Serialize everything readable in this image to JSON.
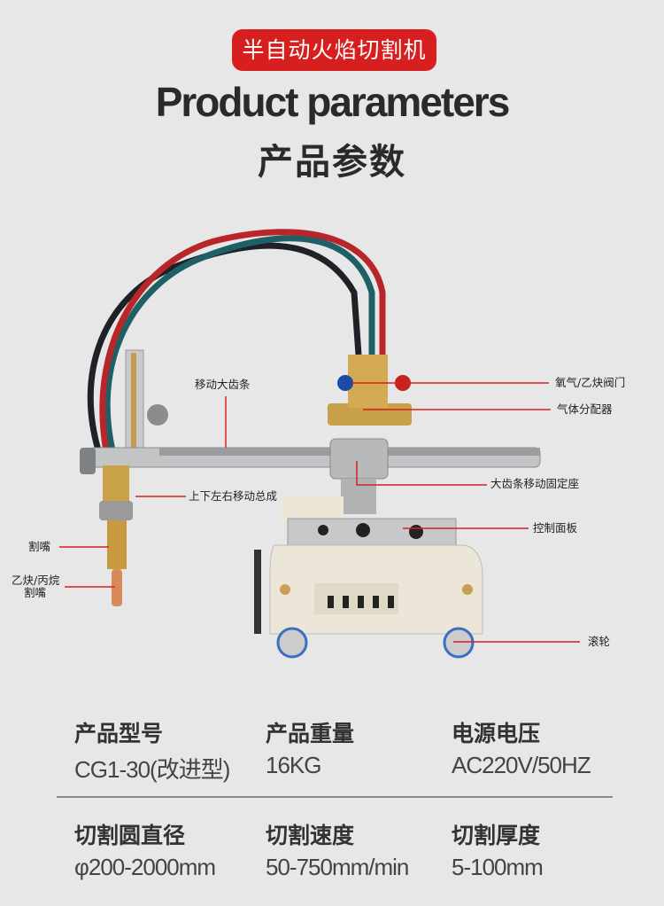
{
  "header": {
    "badge": "半自动火焰切割机",
    "title_en": "Product parameters",
    "title_cn": "产品参数"
  },
  "callouts": {
    "rack": "移动大齿条",
    "valve": "氧气/乙炔阀门",
    "distributor": "气体分配器",
    "rack_seat": "大齿条移动固定座",
    "xy_assembly": "上下左右移动总成",
    "control_panel": "控制面板",
    "nozzle": "割嘴",
    "gas_nozzle_line1": "乙炔/丙烷",
    "gas_nozzle_line2": "割嘴",
    "roller": "滚轮"
  },
  "specs": [
    {
      "label": "产品型号",
      "value": "CG1-30(改进型)"
    },
    {
      "label": "产品重量",
      "value": "16KG"
    },
    {
      "label": "电源电压",
      "value": "AC220V/50HZ"
    },
    {
      "label": "切割圆直径",
      "value": "φ200-2000mm"
    },
    {
      "label": "切割速度",
      "value": "50-750mm/min"
    },
    {
      "label": "切割厚度",
      "value": "5-100mm"
    }
  ],
  "colors": {
    "accent": "#d71f1f",
    "background": "#e7e7e7"
  }
}
